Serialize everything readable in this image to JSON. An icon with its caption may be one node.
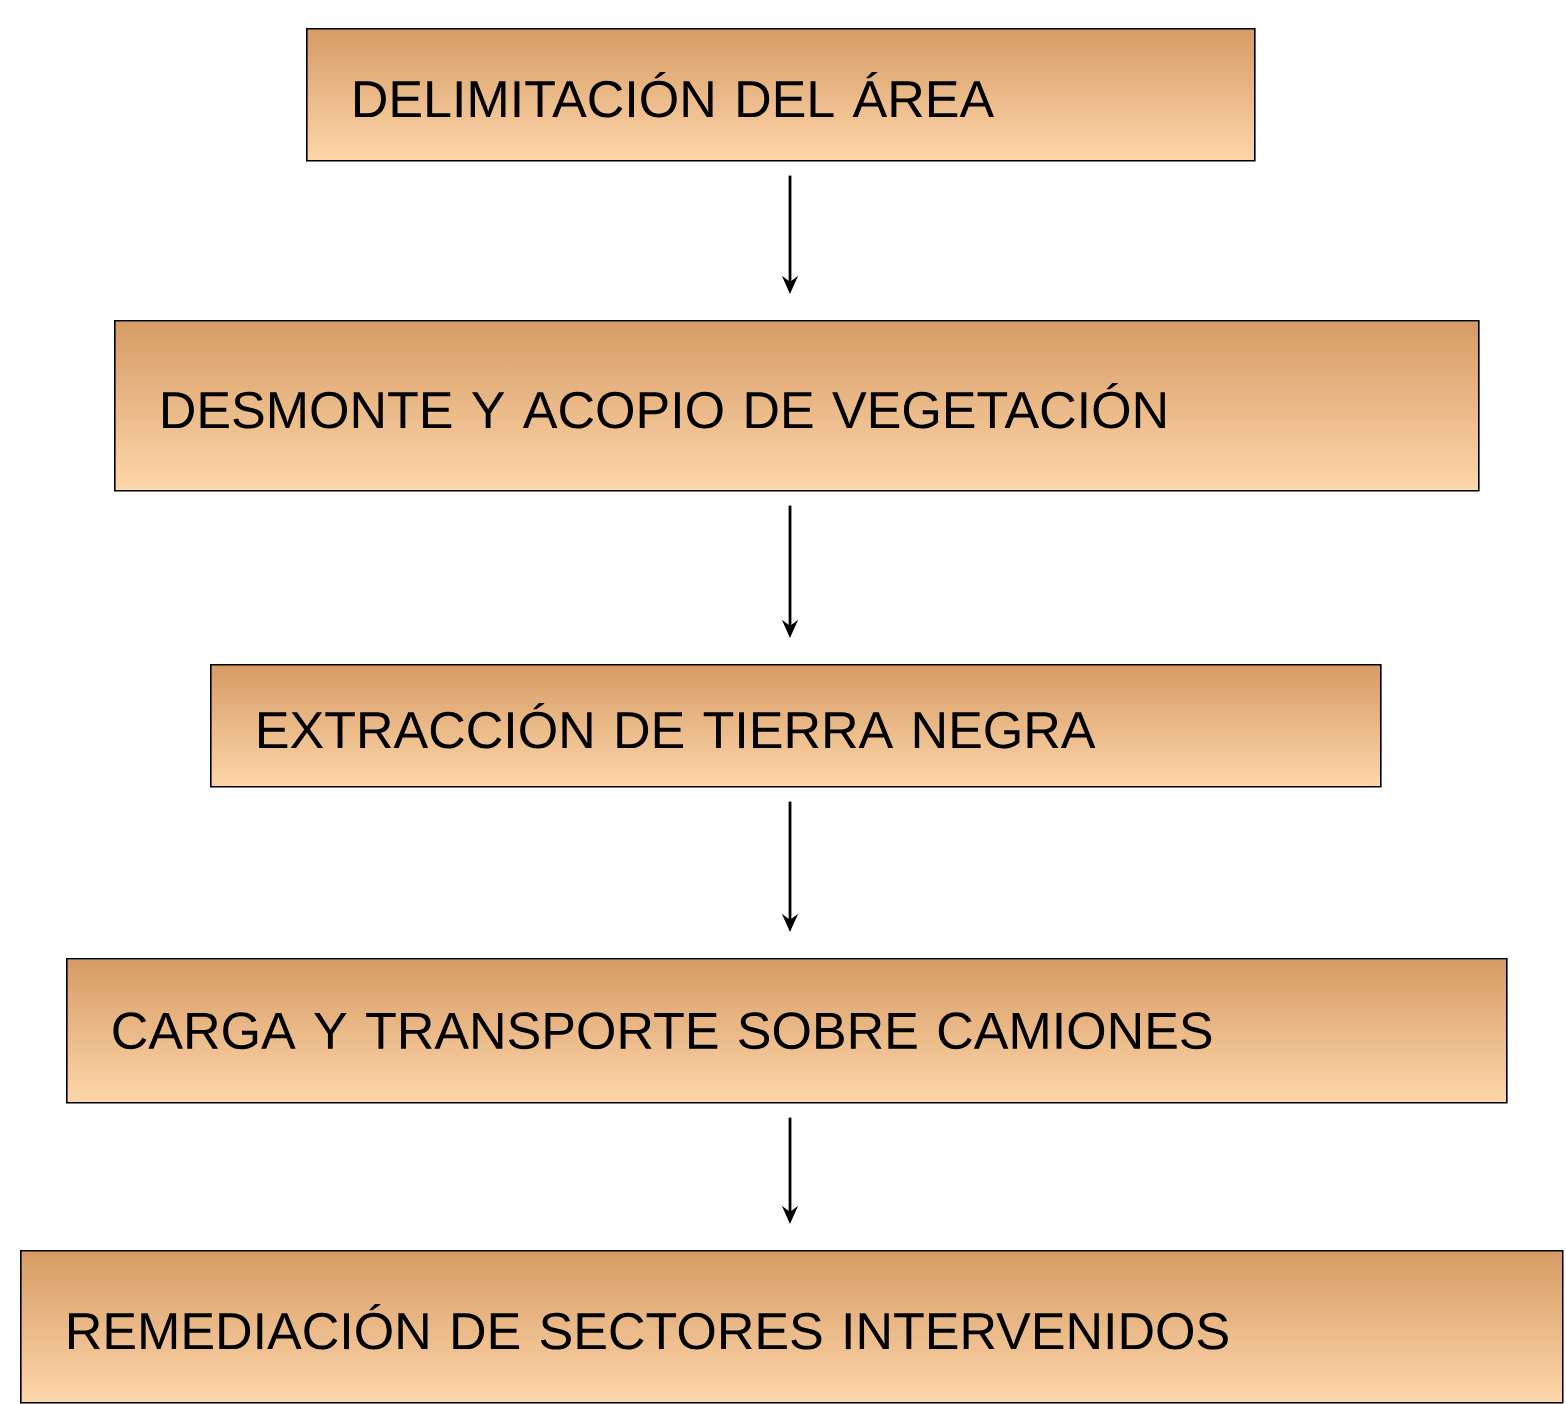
{
  "diagram": {
    "nodes": [
      {
        "text": [
          "DELIMITACIÓN DEL ÁREA"
        ]
      },
      {
        "text": [
          "DESMONTE Y ACOPIO DE VEGETACIÓN"
        ]
      },
      {
        "text": [
          "EXTRACCIÓN DE TIERRA NEGRA"
        ]
      },
      {
        "text": [
          "CARGA Y TRANSPORTE SOBRE CAMIONES"
        ]
      },
      {
        "text": [
          "REMEDIACIÓN DE SECTORES INTERVENIDOS"
        ]
      }
    ],
    "edges": [
      {
        "from": 0,
        "to": 1,
        "arrow": "to"
      },
      {
        "from": 1,
        "to": 2,
        "arrow": "to"
      },
      {
        "from": 2,
        "to": 3,
        "arrow": "to"
      },
      {
        "from": 3,
        "to": 4,
        "arrow": "to"
      }
    ]
  }
}
